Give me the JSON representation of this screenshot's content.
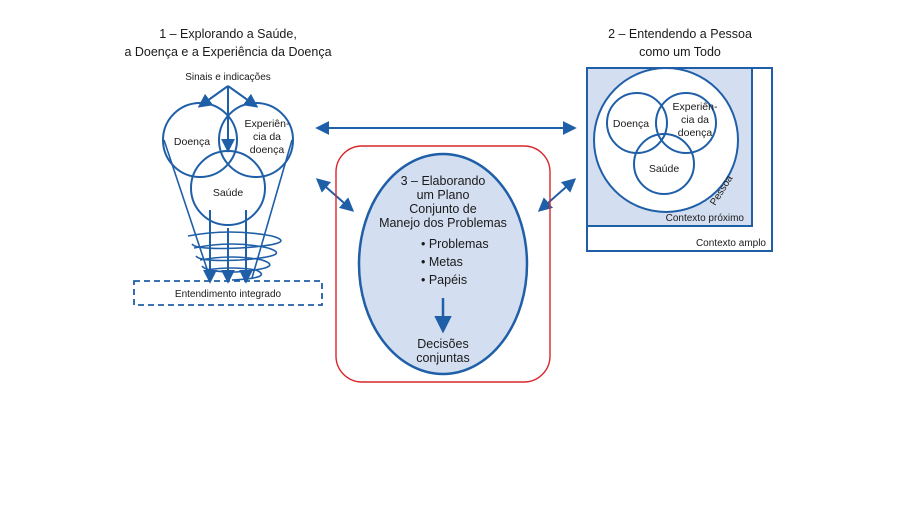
{
  "colors": {
    "blue": "#1f5fa8",
    "light_blue": "#d4def1",
    "red": "#d9262b",
    "dark_text": "#1a1a1a"
  },
  "section1": {
    "title_line1": "1 – Explorando a Saúde,",
    "title_line2": "a Doença e a Experiência da Doença",
    "signals_label": "Sinais e indicações",
    "circle_disease": "Doença",
    "circle_experience_1": "Experiên-",
    "circle_experience_2": "cia da",
    "circle_experience_3": "doença",
    "circle_health": "Saúde",
    "integrated_label": "Entendimento integrado"
  },
  "section2": {
    "title_line1": "2 – Entendendo a Pessoa",
    "title_line2": "como um Todo",
    "circle_disease": "Doença",
    "circle_experience_1": "Experiên-",
    "circle_experience_2": "cia da",
    "circle_experience_3": "doença",
    "circle_health": "Saúde",
    "person_label": "Pessoa",
    "near_context": "Contexto próximo",
    "wide_context": "Contexto amplo"
  },
  "section3": {
    "title_line1": "3 – Elaborando",
    "title_line2": "um Plano",
    "title_line3": "Conjunto de",
    "title_line4": "Manejo dos Problemas",
    "bullet_problems": "• Problemas",
    "bullet_goals": "• Metas",
    "bullet_roles": "• Papéis",
    "decisions_line1": "Decisões",
    "decisions_line2": "conjuntas"
  }
}
